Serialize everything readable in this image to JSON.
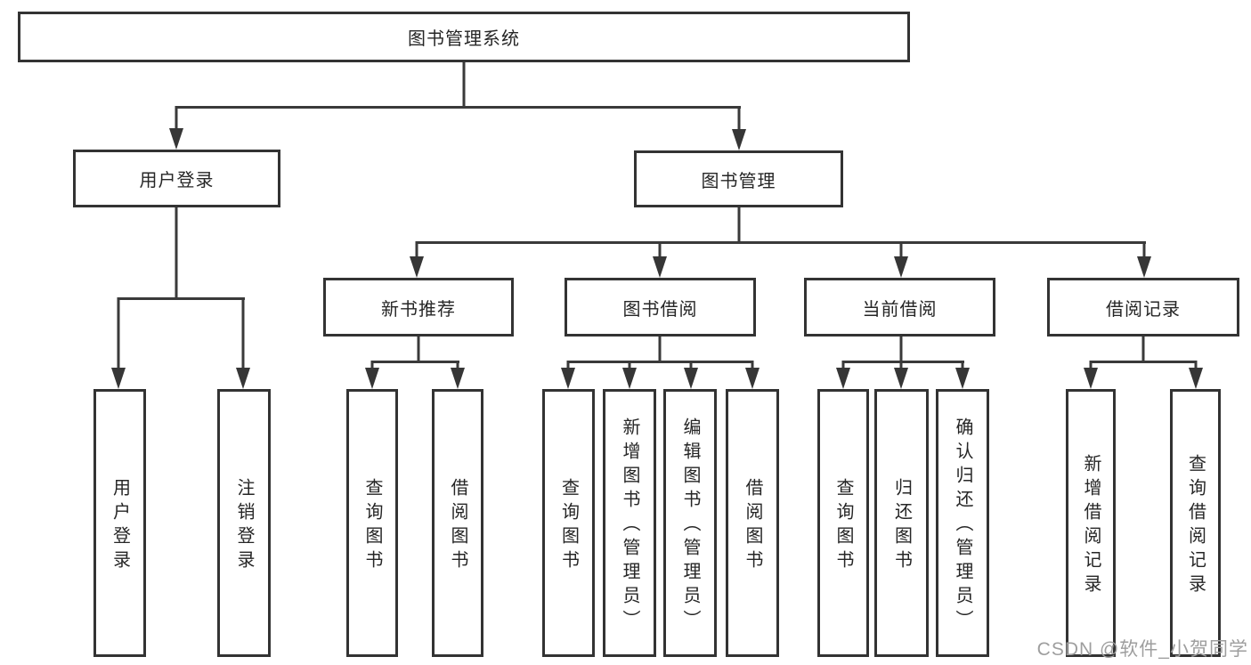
{
  "diagram_title": "图书管理系统",
  "watermark": "CSDN @软件_小贺同学",
  "colors": {
    "line": "#3a3a3a",
    "box_border": "#333333",
    "text": "#262626",
    "watermark": "#9e9e9e",
    "background": "#ffffff"
  },
  "tree": {
    "label": "图书管理系统",
    "children": [
      {
        "label": "用户登录",
        "children": [
          {
            "label": "用户登录"
          },
          {
            "label": "注销登录"
          }
        ]
      },
      {
        "label": "图书管理",
        "children": [
          {
            "label": "新书推荐",
            "children": [
              {
                "label": "查询图书"
              },
              {
                "label": "借阅图书"
              }
            ]
          },
          {
            "label": "图书借阅",
            "children": [
              {
                "label": "查询图书"
              },
              {
                "label": "新增图书（管理员）"
              },
              {
                "label": "编辑图书（管理员）"
              },
              {
                "label": "借阅图书"
              }
            ]
          },
          {
            "label": "当前借阅",
            "children": [
              {
                "label": "查询图书"
              },
              {
                "label": "归还图书"
              },
              {
                "label": "确认归还（管理员）"
              }
            ]
          },
          {
            "label": "借阅记录",
            "children": [
              {
                "label": "新增借阅记录"
              },
              {
                "label": "查询借阅记录"
              }
            ]
          }
        ]
      }
    ]
  }
}
